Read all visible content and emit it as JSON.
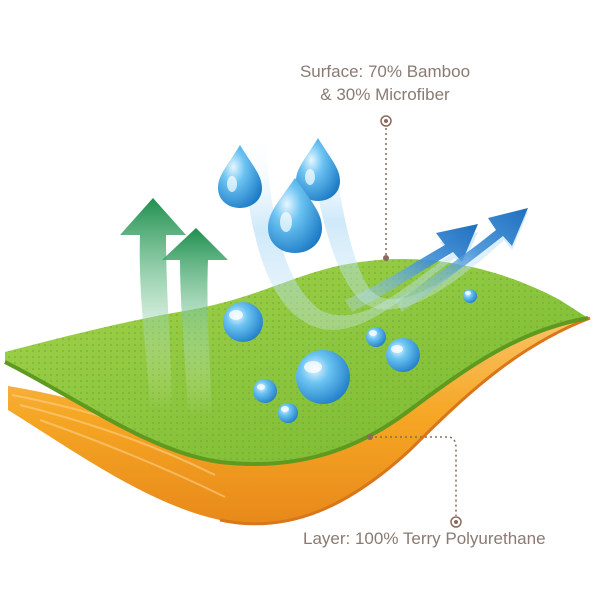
{
  "labels": {
    "surface_line1": "Surface: 70% Bamboo",
    "surface_line2": "& 30% Microfiber",
    "layer": "Layer: 100% Terry Polyurethane"
  },
  "colors": {
    "top_layer": "#8cc63f",
    "bottom_layer": "#f5a623",
    "breath_arrow": "#1e8f4e",
    "moisture_arrow": "#1f6fbf",
    "water_drop": "#2c9ae0",
    "callout_text": "#8a7a72"
  },
  "icons": {
    "vapor": "green-arrow-up-icon",
    "moisture": "blue-arrow-curve-icon",
    "drop": "water-drop-icon",
    "bead": "water-bead-icon"
  }
}
